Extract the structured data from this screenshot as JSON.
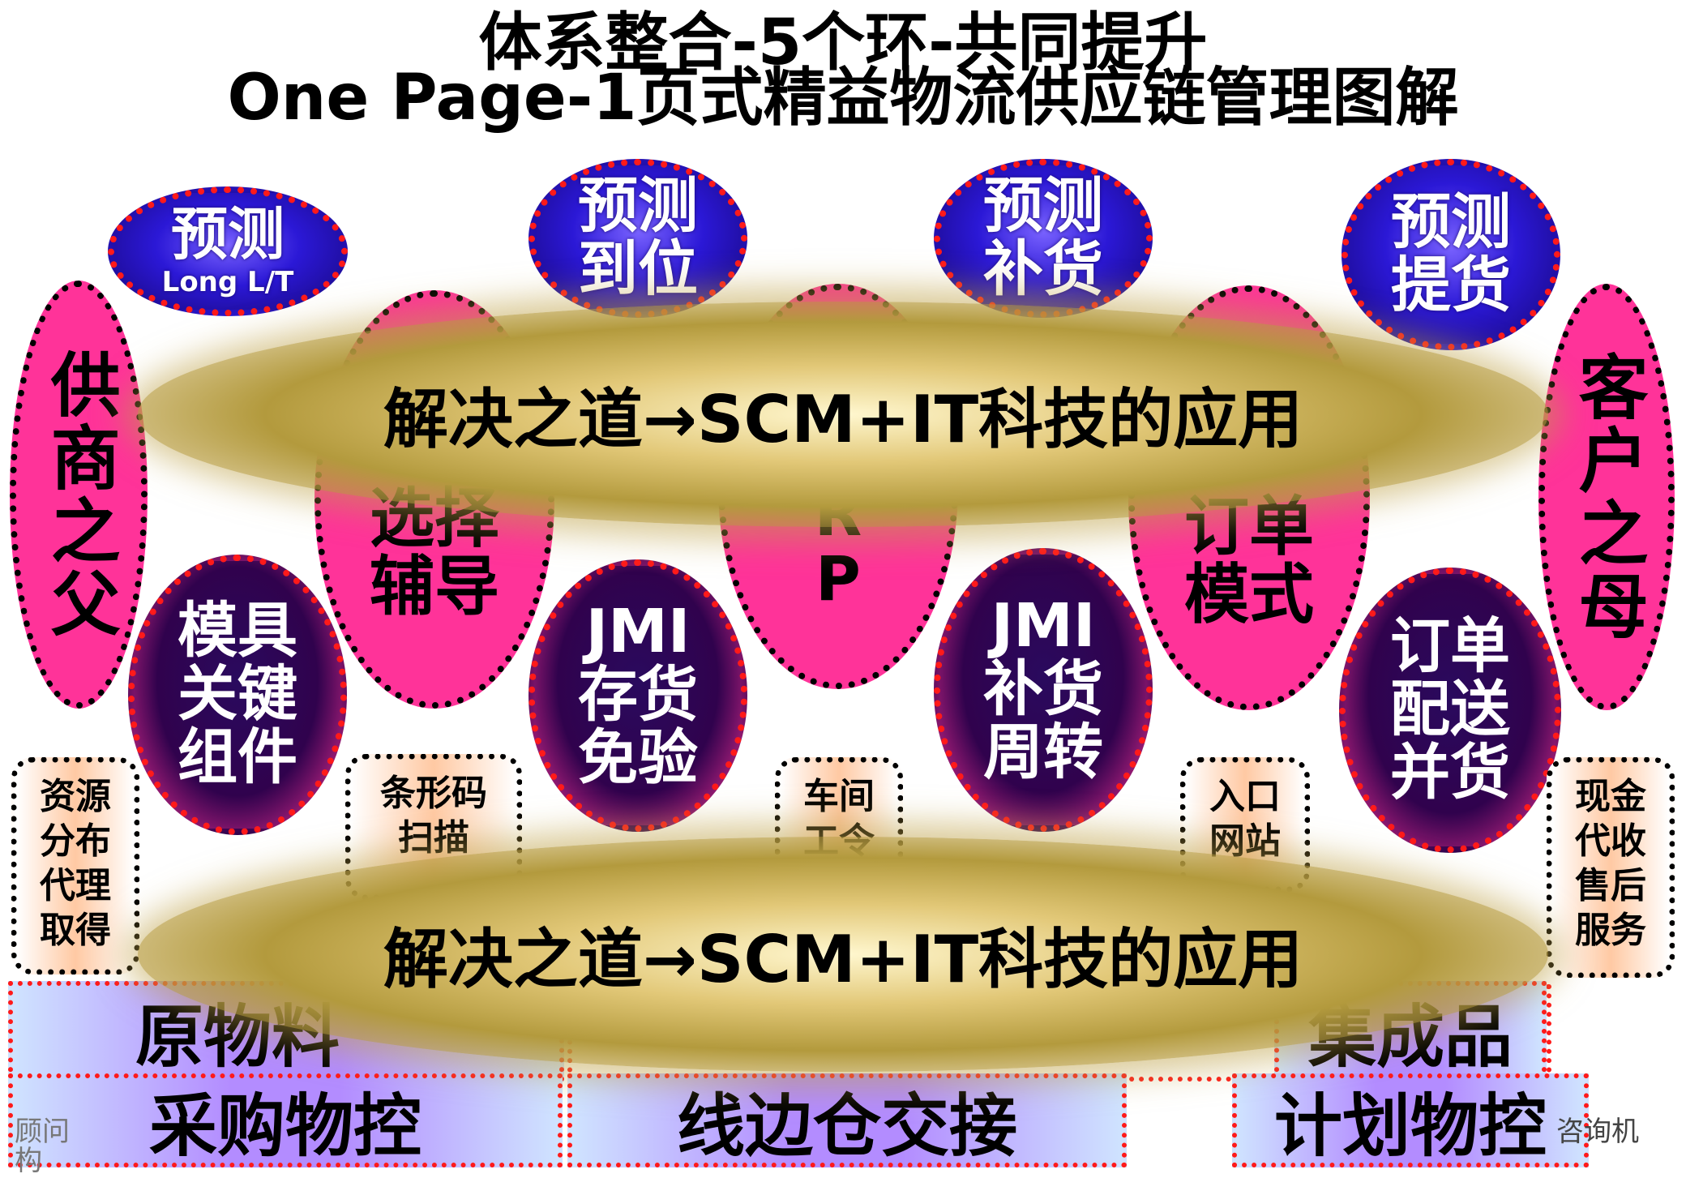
{
  "title": {
    "line1": "体系整合-5个环-共同提升",
    "line2": "One Page-1页式精益物流供应链管理图解"
  },
  "forecast_ovals": [
    {
      "main": "预测",
      "sub": "Long L/T"
    },
    {
      "main": "预测",
      "sub": "到位"
    },
    {
      "main": "预测",
      "sub": "补货"
    },
    {
      "main": "预测",
      "sub": "提货"
    }
  ],
  "side_ovals": {
    "left": "供商之父",
    "right": "客户之母"
  },
  "pink_ovals": [
    {
      "line1": "选择",
      "line2": "辅导"
    },
    {
      "line1": "R",
      "line2": "P"
    },
    {
      "line1": "订单",
      "line2": "模式"
    }
  ],
  "dark_ovals": [
    {
      "line1": "模具",
      "line2": "关键",
      "line3": "组件"
    },
    {
      "line1": "JMI",
      "line2": "存货",
      "line3": "免验"
    },
    {
      "line1": "JMI",
      "line2": "补货",
      "line3": "周转"
    },
    {
      "line1": "订单",
      "line2": "配送",
      "line3": "并货"
    }
  ],
  "small_boxes": [
    {
      "lines": [
        "资源",
        "分布",
        "代理",
        "取得"
      ]
    },
    {
      "lines": [
        "条形码",
        "扫描"
      ]
    },
    {
      "lines": [
        "车间",
        "工令"
      ]
    },
    {
      "lines": [
        "入口",
        "网站"
      ]
    },
    {
      "lines": [
        "现金",
        "代收",
        "售后",
        "服务"
      ]
    }
  ],
  "rings": {
    "top": "解决之道→SCM+IT科技的应用",
    "bottom": "解决之道→SCM+IT科技的应用"
  },
  "bottom_bars": {
    "raw_material": "原物料",
    "finished_goods": "集成品",
    "purchase": "采购物控",
    "line_side": "线边仓交接",
    "planning": "计划物控"
  },
  "footer": {
    "left_fragment_1": "顾问",
    "left_fragment_2": "构",
    "right_fragment": "咨询机"
  }
}
